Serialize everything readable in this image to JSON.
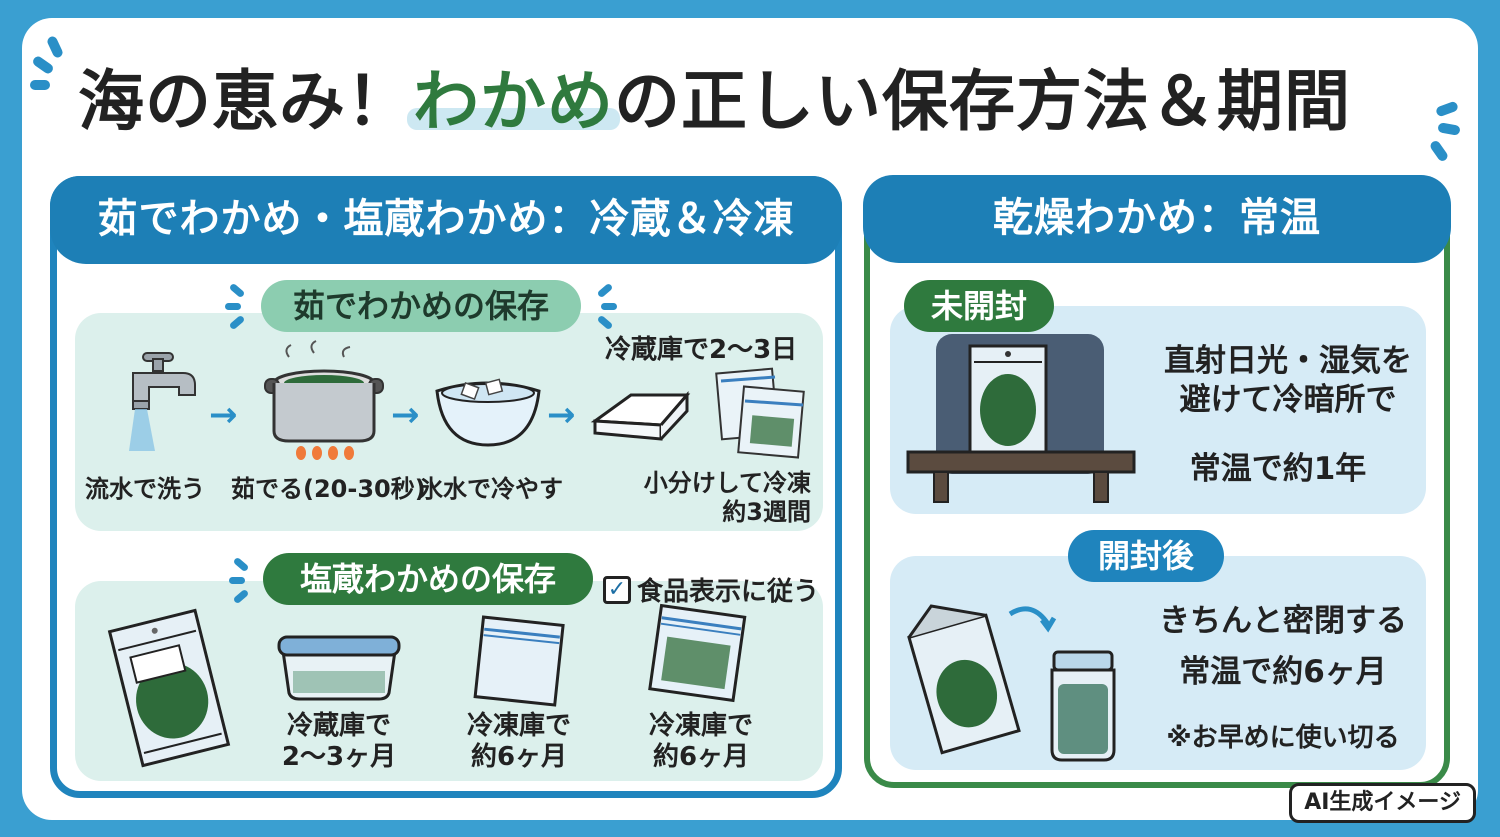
{
  "title": {
    "prefix": "海の恵み！",
    "accent": "わかめ",
    "suffix": "の正しい保存方法＆期間"
  },
  "left_panel": {
    "header": "茹でわかめ・塩蔵わかめ：冷蔵＆冷凍",
    "boiled": {
      "pill": "茹でわかめの保存",
      "steps": [
        {
          "icon": "faucet-icon",
          "label": "流水で洗う"
        },
        {
          "icon": "pot-icon",
          "label": "茹でる(20-30秒)"
        },
        {
          "icon": "ice-bowl-icon",
          "label": "氷水で冷やす"
        }
      ],
      "fridge_note": "冷蔵庫で2〜3日",
      "freeze_note_line1": "小分けして冷凍",
      "freeze_note_line2": "約3週間"
    },
    "salted": {
      "pill": "塩蔵わかめの保存",
      "check_label": "食品表示に従う",
      "items": [
        {
          "icon": "salted-wakame-pack-icon",
          "line1": "",
          "line2": ""
        },
        {
          "icon": "container-icon",
          "line1": "冷蔵庫で",
          "line2": "2〜3ヶ月"
        },
        {
          "icon": "zip-bag-icon",
          "line1": "冷凍庫で",
          "line2": "約6ヶ月"
        },
        {
          "icon": "zip-bag-wakame-icon",
          "line1": "冷凍庫で",
          "line2": "約6ヶ月"
        }
      ]
    }
  },
  "right_panel": {
    "header": "乾燥わかめ：常温",
    "unopened": {
      "pill": "未開封",
      "line1": "直射日光・湿気を",
      "line2": "避けて冷暗所で",
      "line3": "常温で約1年"
    },
    "opened": {
      "pill": "開封後",
      "line1": "きちんと密閉する",
      "line2": "常温で約6ヶ月",
      "note": "※お早めに使い切る"
    }
  },
  "badge": "AI生成イメージ",
  "colors": {
    "frame_blue": "#3a9fd1",
    "header_blue": "#1d7fb6",
    "accent_green": "#2f7a3e",
    "mint_box": "#dcf0ec",
    "light_blue_box": "#d6ebf6"
  }
}
